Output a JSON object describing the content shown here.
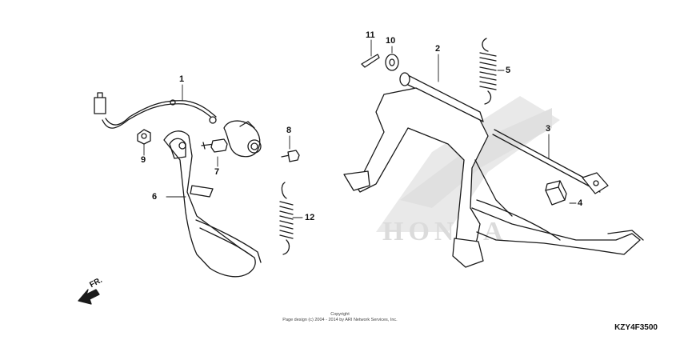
{
  "callouts": [
    {
      "id": "1",
      "text": "1"
    },
    {
      "id": "2",
      "text": "2"
    },
    {
      "id": "3",
      "text": "3"
    },
    {
      "id": "4",
      "text": "4"
    },
    {
      "id": "5",
      "text": "5"
    },
    {
      "id": "6",
      "text": "6"
    },
    {
      "id": "7",
      "text": "7"
    },
    {
      "id": "8",
      "text": "8"
    },
    {
      "id": "9",
      "text": "9"
    },
    {
      "id": "10",
      "text": "10"
    },
    {
      "id": "11",
      "text": "11"
    },
    {
      "id": "12",
      "text": "12"
    }
  ],
  "direction_label": "FR.",
  "copyright": {
    "line1": "Copyright",
    "line2": "Page design (c) 2004 - 2014 by ARI Network Services, Inc."
  },
  "diagram_code": "KZY4F3500",
  "watermark_text": "HONDA",
  "colors": {
    "line": "#1a1a1a",
    "watermark": "#cfcfcf",
    "background": "#ffffff"
  }
}
